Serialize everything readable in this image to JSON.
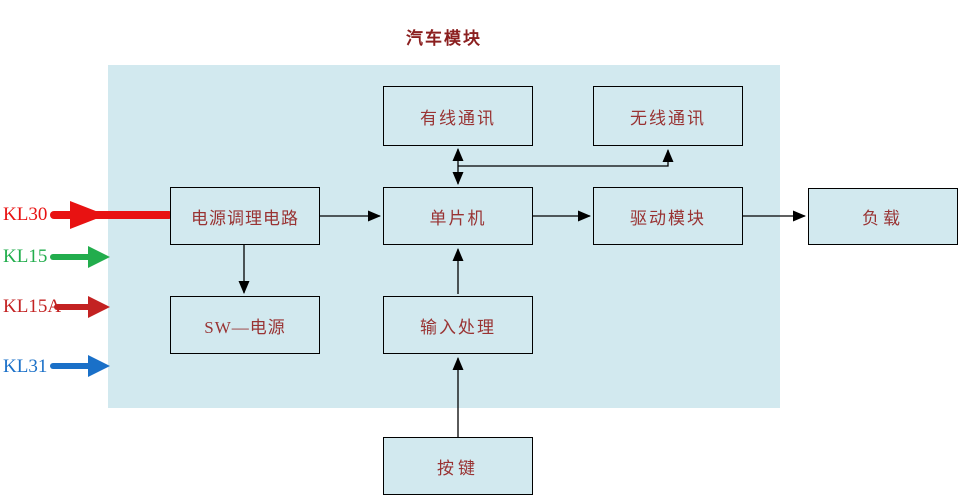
{
  "title": "汽车模块",
  "colors": {
    "panel_fill": "#d2e9ef",
    "box_fill": "#d2e9ef",
    "box_border": "#000000",
    "box_text": "#993333",
    "title_text": "#8b1f1f",
    "connector": "#000000",
    "kl30": "#e81212",
    "kl15": "#22ad4d",
    "kl15a": "#c32222",
    "kl31": "#1a70c8"
  },
  "inputs": [
    {
      "id": "kl30",
      "label": "KL30",
      "color": "#e81212"
    },
    {
      "id": "kl15",
      "label": "KL15",
      "color": "#22ad4d"
    },
    {
      "id": "kl15a",
      "label": "KL15A",
      "color": "#c32222"
    },
    {
      "id": "kl31",
      "label": "KL31",
      "color": "#1a70c8"
    }
  ],
  "boxes": {
    "wired_comm": {
      "label": "有线通讯"
    },
    "wireless_comm": {
      "label": "无线通讯"
    },
    "power_conditioning": {
      "label": "电源调理电路"
    },
    "mcu": {
      "label": "单片机"
    },
    "driver_module": {
      "label": "驱动模块"
    },
    "load": {
      "label": "负载"
    },
    "sw_power": {
      "label": "SW—电源"
    },
    "input_processing": {
      "label": "输入处理"
    },
    "key_button": {
      "label": "按键"
    }
  },
  "connections": [
    "KL30 -> 电源调理电路",
    "电源调理电路 -> 单片机",
    "电源调理电路 -> SW—电源",
    "单片机 <-> 有线通讯",
    "单片机 -> 无线通讯",
    "单片机 -> 驱动模块",
    "驱动模块 -> 负载",
    "输入处理 -> 单片机",
    "按键 -> 输入处理"
  ]
}
